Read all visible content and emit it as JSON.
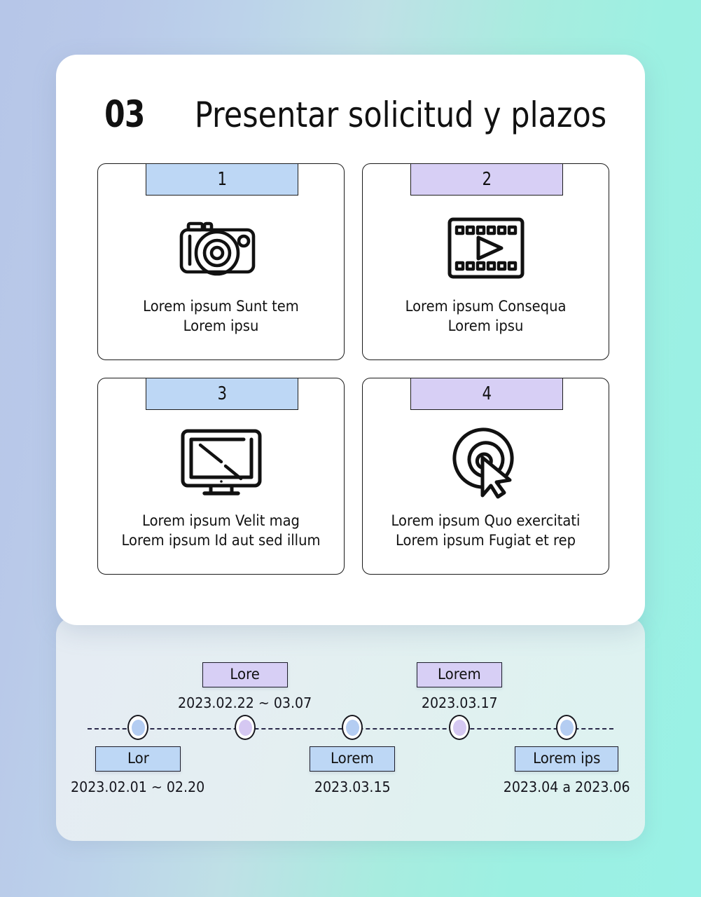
{
  "header": {
    "number": "03",
    "title": "Presentar solicitud y plazos"
  },
  "cards": [
    {
      "badge": "1",
      "badge_color": "#bdd7f5",
      "icon": "camera-icon",
      "line1": "Lorem ipsum Sunt tem",
      "line2": "Lorem ipsu"
    },
    {
      "badge": "2",
      "badge_color": "#d7cff5",
      "icon": "film-play-icon",
      "line1": "Lorem ipsum Consequa",
      "line2": "Lorem ipsu"
    },
    {
      "badge": "3",
      "badge_color": "#bdd7f5",
      "icon": "monitor-icon",
      "line1": "Lorem ipsum Velit mag",
      "line2": "Lorem ipsum Id aut sed illum"
    },
    {
      "badge": "4",
      "badge_color": "#d7cff5",
      "icon": "target-click-icon",
      "line1": "Lorem ipsum Quo exercitati",
      "line2": "Lorem ipsum Fugiat et rep"
    }
  ],
  "timeline": {
    "dots": [
      {
        "color": "#b4cdf2"
      },
      {
        "color": "#d5c8f2"
      },
      {
        "color": "#b4cdf2"
      },
      {
        "color": "#d5c8f2"
      },
      {
        "color": "#b4cdf2"
      }
    ],
    "items": [
      {
        "label": "Lor",
        "date": "2023.02.01 ~ 02.20",
        "position": "below",
        "color": "#bdd7f5"
      },
      {
        "label": "Lore",
        "date": "2023.02.22 ~ 03.07",
        "position": "above",
        "color": "#d7cff5"
      },
      {
        "label": "Lorem",
        "date": "2023.03.15",
        "position": "below",
        "color": "#bdd7f5"
      },
      {
        "label": "Lorem",
        "date": "2023.03.17",
        "position": "above",
        "color": "#d7cff5"
      },
      {
        "label": "Lorem ips",
        "date": "2023.04 a 2023.06",
        "position": "below",
        "color": "#bdd7f5"
      }
    ]
  },
  "theme": {
    "background_left": "#b6c6e8",
    "background_right": "#9af1e6",
    "panel": "#ffffff",
    "accent_blue": "#bdd7f5",
    "accent_purple": "#d7cff5",
    "ink": "#111111"
  }
}
